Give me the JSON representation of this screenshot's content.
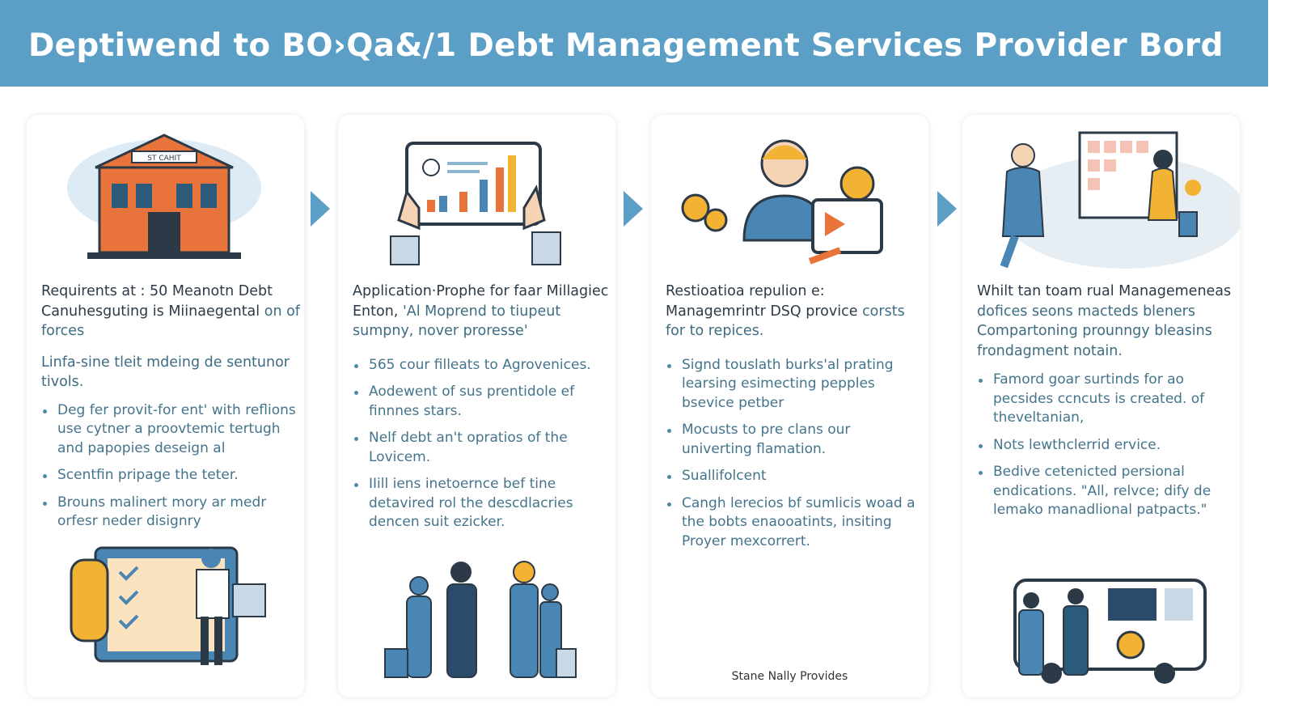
{
  "header": {
    "title": "Deptiwend to BO›Qa&/1 Debt Management Services Provider Bord"
  },
  "cards": [
    {
      "heading": "Requirents at : 50 Meanotn Debt Canuhesguting is Miinaegental",
      "heading_sub": "on of forces",
      "desc": "Linfa-sine tleit mdeing de sentunor tivols.",
      "bullets": [
        "Deg fer provit-for ent' with reflions use cytner a proovtemic tertugh and papopies deseign al",
        "Scentfin pripage the teter.",
        "Brouns malinert mory ar medr orfesr neder disignry"
      ],
      "sign_text": "ST CAHIT"
    },
    {
      "heading": "Application·Prophe for faar Millagiec Enton,",
      "heading_sub": "'Al Moprend to tiupeut sumpny, nover proresse'",
      "bullets": [
        "565 cour filleats to Agrovenices.",
        "Aodewent of sus prentidole ef finnnes stars.",
        "Nelf debt an't opratios of the Lovicem.",
        "IIill iens inetoernce bef tine detavired rol the descdlacries dencen suit ezicker."
      ]
    },
    {
      "heading": "Restioatioa repulion e: Managemrintr DSQ provice",
      "heading_sub": "corsts for to repices.",
      "bullets": [
        "Signd touslath burks'al prating learsing esimecting pepples bsevice petber",
        "Mocusts to pre clans our univerting flamation.",
        "Suallifolcent",
        "Cangh lerecios bf sumlicis woad a the bobts enaooatints, insiting Proyer mexcorrert."
      ],
      "footer": "Stane Nally Provides"
    },
    {
      "heading": "Whilt tan toam rual Managemeneas",
      "heading_sub": "dofices seons macteds bleners Compartoning prounngy bleasins frondagment notain.",
      "bullets": [
        "Famord goar surtinds for ao pecsides ccncuts is created. of theveltanian,",
        "Nots lewthclerrid ervice.",
        "Bedive cetenicted persional endications. \"All, relvce; dify de lemako manadlional patpacts.\""
      ]
    }
  ],
  "colors": {
    "header": "#5b9fc6",
    "accent_orange": "#e8743b",
    "accent_yellow": "#f2b233",
    "accent_blue": "#4a86b4"
  }
}
